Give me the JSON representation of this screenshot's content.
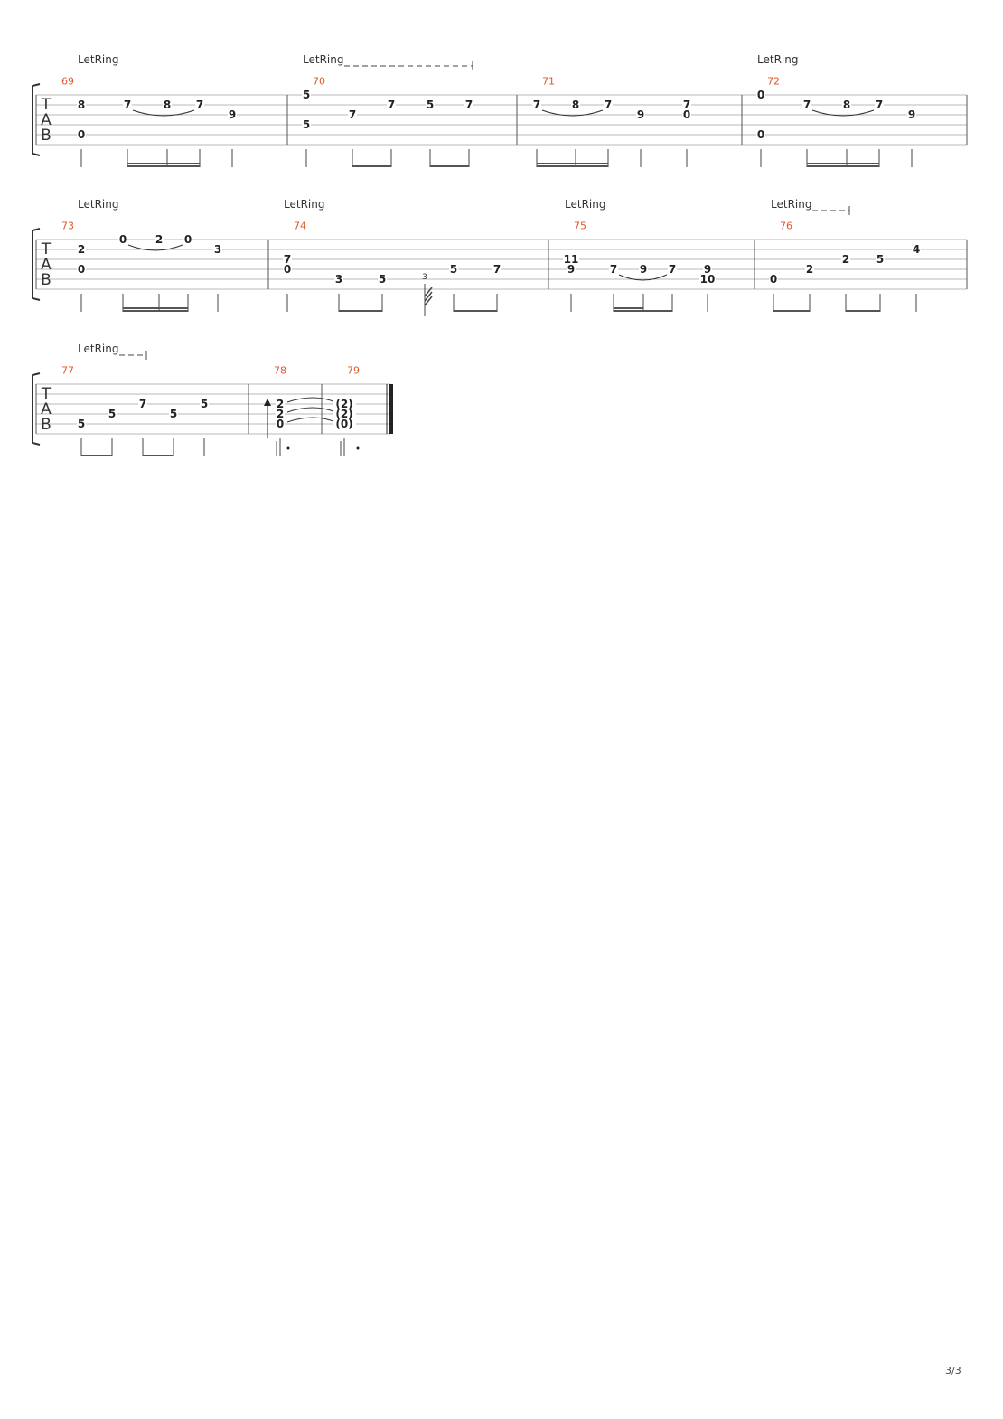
{
  "page_number": "3/3",
  "clef_letters": [
    "T",
    "A",
    "B"
  ],
  "systems": [
    {
      "let_ring": [
        {
          "measure": 69,
          "text": "LetRing",
          "dashed": false
        },
        {
          "measure": 70,
          "text": "LetRing",
          "dashed": true
        },
        {
          "measure": 72,
          "text": "LetRing",
          "dashed": false
        }
      ],
      "measures": [
        {
          "number": "69",
          "notes": [
            {
              "string": 2,
              "fret": "8",
              "beat": 0
            },
            {
              "string": 5,
              "fret": "0",
              "beat": 0
            },
            {
              "string": 2,
              "fret": "7",
              "beat": 1
            },
            {
              "string": 2,
              "fret": "8",
              "beat": 2
            },
            {
              "string": 2,
              "fret": "7",
              "beat": 3
            },
            {
              "string": 3,
              "fret": "9",
              "beat": 4
            }
          ],
          "slurs": [
            [
              1,
              3,
              2
            ]
          ]
        },
        {
          "number": "70",
          "notes": [
            {
              "string": 1,
              "fret": "5",
              "beat": 0
            },
            {
              "string": 4,
              "fret": "5",
              "beat": 0
            },
            {
              "string": 3,
              "fret": "7",
              "beat": 1
            },
            {
              "string": 2,
              "fret": "7",
              "beat": 2
            },
            {
              "string": 2,
              "fret": "5",
              "beat": 3
            },
            {
              "string": 2,
              "fret": "7",
              "beat": 4
            }
          ],
          "slurs": []
        },
        {
          "number": "71",
          "notes": [
            {
              "string": 2,
              "fret": "7",
              "beat": 0
            },
            {
              "string": 2,
              "fret": "8",
              "beat": 1
            },
            {
              "string": 2,
              "fret": "7",
              "beat": 2
            },
            {
              "string": 3,
              "fret": "9",
              "beat": 3
            },
            {
              "string": 2,
              "fret": "7",
              "beat": 4
            },
            {
              "string": 3,
              "fret": "0",
              "beat": 4
            }
          ],
          "slurs": [
            [
              0,
              2,
              2
            ]
          ]
        },
        {
          "number": "72",
          "notes": [
            {
              "string": 1,
              "fret": "0",
              "beat": 0
            },
            {
              "string": 5,
              "fret": "0",
              "beat": 0
            },
            {
              "string": 2,
              "fret": "7",
              "beat": 1
            },
            {
              "string": 2,
              "fret": "8",
              "beat": 2
            },
            {
              "string": 2,
              "fret": "7",
              "beat": 3
            },
            {
              "string": 3,
              "fret": "9",
              "beat": 4
            }
          ],
          "slurs": [
            [
              1,
              3,
              2
            ]
          ]
        }
      ]
    },
    {
      "let_ring": [
        {
          "measure": 73,
          "text": "LetRing",
          "dashed": false
        },
        {
          "measure": 74,
          "text": "LetRing",
          "dashed": false
        },
        {
          "measure": 75,
          "text": "LetRing",
          "dashed": false
        },
        {
          "measure": 76,
          "text": "LetRing",
          "dashed": true
        }
      ],
      "measures": [
        {
          "number": "73",
          "notes": [
            {
              "string": 2,
              "fret": "2",
              "beat": 0
            },
            {
              "string": 4,
              "fret": "0",
              "beat": 0
            },
            {
              "string": 1,
              "fret": "0",
              "beat": 1
            },
            {
              "string": 1,
              "fret": "2",
              "beat": 2
            },
            {
              "string": 1,
              "fret": "0",
              "beat": 3
            },
            {
              "string": 2,
              "fret": "3",
              "beat": 4
            }
          ],
          "slurs": [
            [
              1,
              3,
              1
            ]
          ]
        },
        {
          "number": "74",
          "notes": [
            {
              "string": 3,
              "fret": "7",
              "beat": 0
            },
            {
              "string": 4,
              "fret": "0",
              "beat": 0
            },
            {
              "string": 5,
              "fret": "3",
              "beat": 1
            },
            {
              "string": 5,
              "fret": "5",
              "beat": 2
            },
            {
              "string": 4,
              "fret": "5",
              "beat": 4
            },
            {
              "string": 4,
              "fret": "7",
              "beat": 5
            }
          ],
          "tremolo": {
            "beat": 3,
            "label": "3"
          },
          "slurs": []
        },
        {
          "number": "75",
          "notes": [
            {
              "string": 3,
              "fret": "11",
              "beat": 0
            },
            {
              "string": 4,
              "fret": "9",
              "beat": 0
            },
            {
              "string": 4,
              "fret": "7",
              "beat": 1
            },
            {
              "string": 4,
              "fret": "9",
              "beat": 2
            },
            {
              "string": 4,
              "fret": "7",
              "beat": 3
            },
            {
              "string": 4,
              "fret": "9",
              "beat": 4
            },
            {
              "string": 5,
              "fret": "10",
              "beat": 4
            }
          ],
          "slurs": [
            [
              1,
              3,
              4
            ]
          ]
        },
        {
          "number": "76",
          "notes": [
            {
              "string": 5,
              "fret": "0",
              "beat": 0
            },
            {
              "string": 4,
              "fret": "2",
              "beat": 1
            },
            {
              "string": 3,
              "fret": "2",
              "beat": 2
            },
            {
              "string": 3,
              "fret": "5",
              "beat": 3
            },
            {
              "string": 2,
              "fret": "4",
              "beat": 4
            }
          ],
          "slurs": []
        }
      ]
    },
    {
      "let_ring": [
        {
          "measure": 77,
          "text": "LetRing",
          "dashed": true
        }
      ],
      "measures": [
        {
          "number": "77",
          "notes": [
            {
              "string": 5,
              "fret": "5",
              "beat": 0
            },
            {
              "string": 4,
              "fret": "5",
              "beat": 1
            },
            {
              "string": 3,
              "fret": "7",
              "beat": 2
            },
            {
              "string": 4,
              "fret": "5",
              "beat": 3
            },
            {
              "string": 3,
              "fret": "5",
              "beat": 4
            }
          ],
          "slurs": []
        },
        {
          "number": "78",
          "notes": [
            {
              "string": 3,
              "fret": "2",
              "beat": 0
            },
            {
              "string": 4,
              "fret": "2",
              "beat": 0
            },
            {
              "string": 5,
              "fret": "0",
              "beat": 0
            }
          ],
          "slurs": []
        },
        {
          "number": "79",
          "notes": [
            {
              "string": 3,
              "fret": "(2)",
              "beat": 0
            },
            {
              "string": 4,
              "fret": "(2)",
              "beat": 0
            },
            {
              "string": 5,
              "fret": "(0)",
              "beat": 0
            }
          ],
          "slurs": []
        }
      ]
    }
  ]
}
